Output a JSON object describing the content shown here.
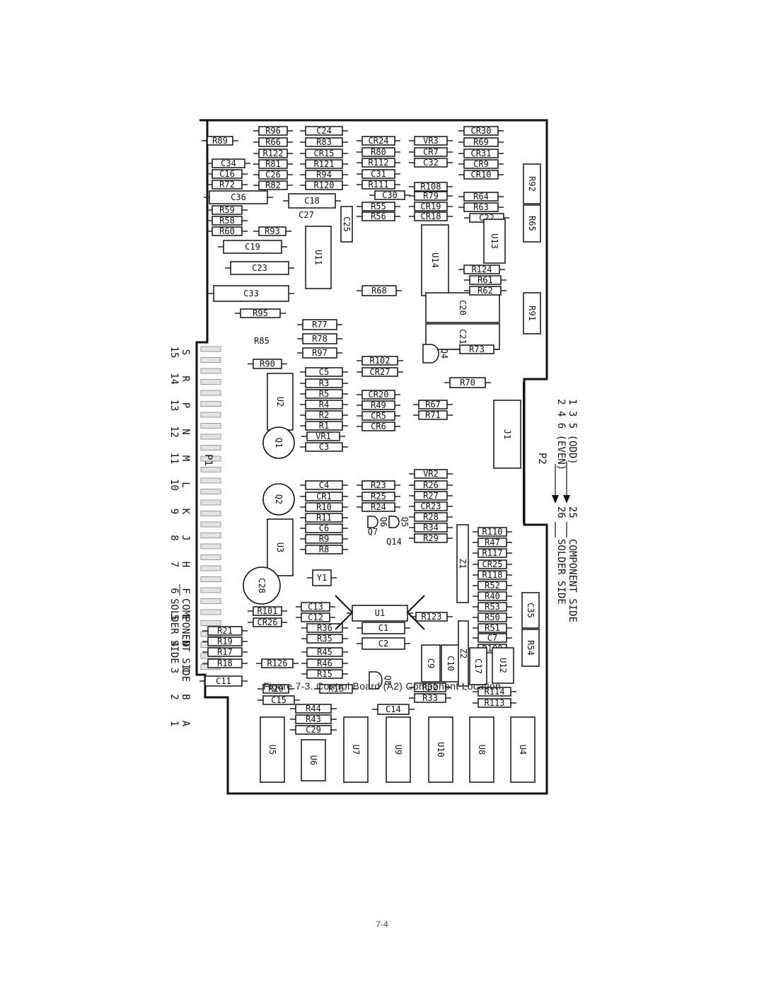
{
  "figure": {
    "caption": "Figure 7-3. Control Board (A2) Component Location",
    "page_number": "7-4"
  },
  "edge_connector_left": {
    "letters": [
      "S",
      "R",
      "P",
      "N",
      "M",
      "L",
      "K",
      "J",
      "H",
      "F",
      "E",
      "D",
      "C",
      "B",
      "A"
    ],
    "numbers": [
      "15",
      "14",
      "13",
      "12",
      "11",
      "10",
      "9",
      "8",
      "7",
      "6",
      "5",
      "4",
      "3",
      "2",
      "1"
    ],
    "component_side_label": "COMPONENT SIDE",
    "solder_side_label": "SOLDER SIDE",
    "connector_ref": "P1"
  },
  "connector_right": {
    "ref": "P2",
    "odd_label": "1 3 5 (ODD)",
    "even_label": "2 4 6 (EVEN)",
    "pin_25": "25",
    "pin_26": "26",
    "component_side_label": "COMPONENT SIDE",
    "solder_side_label": "SOLDER SIDE"
  },
  "components": [
    "R89",
    "R96",
    "R66",
    "R122",
    "C34",
    "R81",
    "C16",
    "C26",
    "R72",
    "R82",
    "C36",
    "R59",
    "R58",
    "R60",
    "R93",
    "C19",
    "C23",
    "C33",
    "R95",
    "R85",
    "R90",
    "C24",
    "R83",
    "CR15",
    "R121",
    "R94",
    "R120",
    "C18",
    "C27",
    "C25",
    "U11",
    "R77",
    "R78",
    "R97",
    "CR24",
    "R80",
    "R112",
    "C31",
    "R111",
    "C30",
    "R55",
    "R56",
    "R68",
    "R102",
    "CR27",
    "VR3",
    "CR7",
    "C32",
    "R108",
    "R79",
    "CR19",
    "CR18",
    "U14",
    "C20",
    "C21",
    "Q4",
    "CR30",
    "R69",
    "CR31",
    "CR9",
    "CR10",
    "R64",
    "R63",
    "C22",
    "U13",
    "R124",
    "R61",
    "R62",
    "R73",
    "R70",
    "R92",
    "R65",
    "R91",
    "U2",
    "C5",
    "R3",
    "R5",
    "R4",
    "R2",
    "R1",
    "VR1",
    "C3",
    "Q1",
    "CR20",
    "R49",
    "CR5",
    "CR6",
    "R67",
    "R71",
    "J1",
    "Q2",
    "C4",
    "CR1",
    "R10",
    "R11",
    "C6",
    "R9",
    "R8",
    "U3",
    "R23",
    "R25",
    "R24",
    "Q6",
    "Q7",
    "Q5",
    "Q14",
    "VR2",
    "R26",
    "R27",
    "CR23",
    "R28",
    "R34",
    "R29",
    "Z1",
    "R110",
    "R47",
    "R117",
    "CR25",
    "R118",
    "R52",
    "R40",
    "R53",
    "R50",
    "R51",
    "C7",
    "R100",
    "C35",
    "R54",
    "C28",
    "Y1",
    "R101",
    "CR26",
    "C13",
    "C12",
    "U1",
    "R36",
    "R35",
    "C1",
    "C2",
    "R123",
    "R21",
    "R19",
    "R17",
    "R18",
    "R126",
    "R45",
    "R46",
    "R15",
    "C11",
    "R20",
    "C15",
    "R16",
    "Q8",
    "R32",
    "R33",
    "C9",
    "C10",
    "Z2",
    "C17",
    "U12",
    "R114",
    "R113",
    "R44",
    "R43",
    "C29",
    "C14",
    "U5",
    "U6",
    "U7",
    "U9",
    "U10",
    "U8",
    "U4"
  ]
}
